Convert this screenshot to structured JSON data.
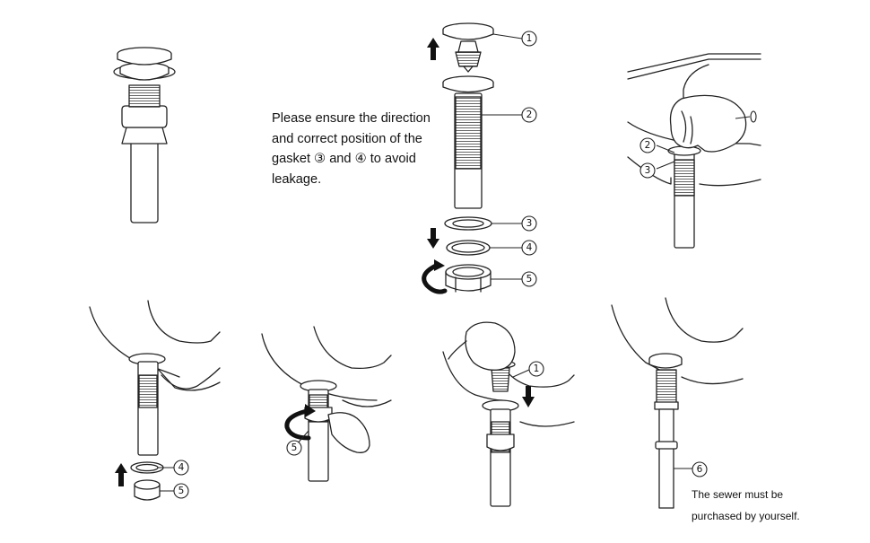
{
  "instruction": {
    "lines": [
      "Please ensure the direction",
      "and correct position of the",
      "gasket ③ and ④ to avoid",
      "leakage."
    ]
  },
  "note_sewer": {
    "lines": [
      "The sewer must be",
      "purchased by yourself."
    ]
  },
  "callouts": [
    "1",
    "2",
    "3",
    "4",
    "5",
    "6"
  ],
  "colors": {
    "line": "#222222",
    "fill": "#ffffff",
    "thread": "#555555"
  }
}
